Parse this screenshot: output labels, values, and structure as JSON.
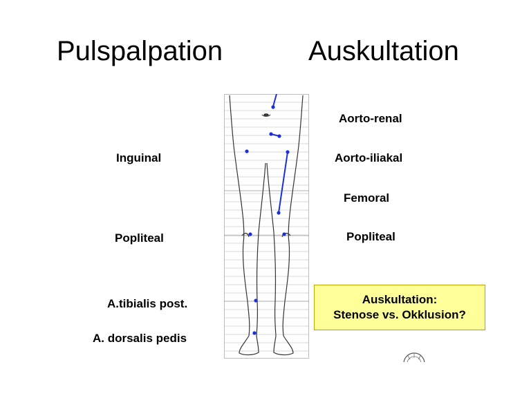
{
  "headings": {
    "left": "Pulspalpation",
    "right": "Auskultation"
  },
  "palpation": {
    "inguinal": "Inguinal",
    "popliteal": "Popliteal",
    "tibialis": "A.tibialis post.",
    "dorsalis": "A. dorsalis pedis"
  },
  "auscultation": {
    "aorto_renal": "Aorto-renal",
    "aorto_iliac": "Aorto-iliakal",
    "femoral": "Femoral",
    "popliteal": "Popliteal"
  },
  "callout": {
    "line1": "Auskultation:",
    "line2": "Stenose vs. Okklusion?"
  },
  "colors": {
    "pulse_marker": "#1a2fd6",
    "outline": "#333333",
    "callout_fill": "#ffff99"
  }
}
